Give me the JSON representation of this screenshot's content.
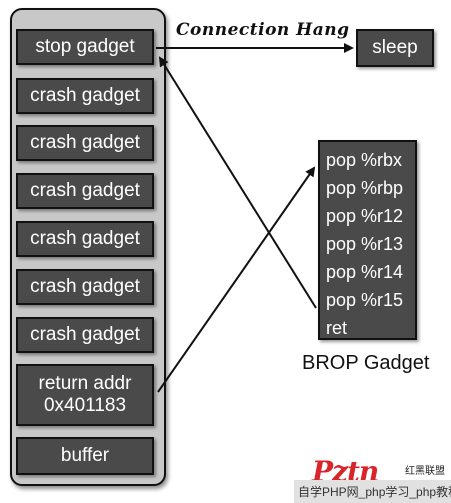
{
  "stack": {
    "slots": [
      {
        "label": "stop gadget",
        "style": "dark"
      },
      {
        "label": "crash gadget",
        "style": "dark"
      },
      {
        "label": "crash gadget",
        "style": "dark"
      },
      {
        "label": "crash gadget",
        "style": "dark"
      },
      {
        "label": "crash gadget",
        "style": "dark"
      },
      {
        "label": "crash gadget",
        "style": "dark"
      },
      {
        "label": "crash gadget",
        "style": "dark"
      },
      {
        "label_line1": "return addr",
        "label_line2": "0x401183",
        "style": "dark"
      },
      {
        "label": "buffer",
        "style": "dark"
      }
    ]
  },
  "connection_hang_label": "Connection Hang",
  "sleep_label": "sleep",
  "brop_gadget": {
    "instructions": [
      "pop %rbx",
      "pop %rbp",
      "pop %r12",
      "pop %r13",
      "pop %r14",
      "pop %r15",
      "ret"
    ],
    "caption": "BROP Gadget"
  },
  "watermark": {
    "logo_text": "Pztn",
    "logo_sub": "红黑联盟",
    "footer_text": "自学PHP网_php学习_php教程"
  },
  "colors": {
    "box_fill": "#4a4a4a",
    "stack_bg": "#c8c8c8",
    "arrow": "#111111",
    "logo": "#d9252a"
  }
}
